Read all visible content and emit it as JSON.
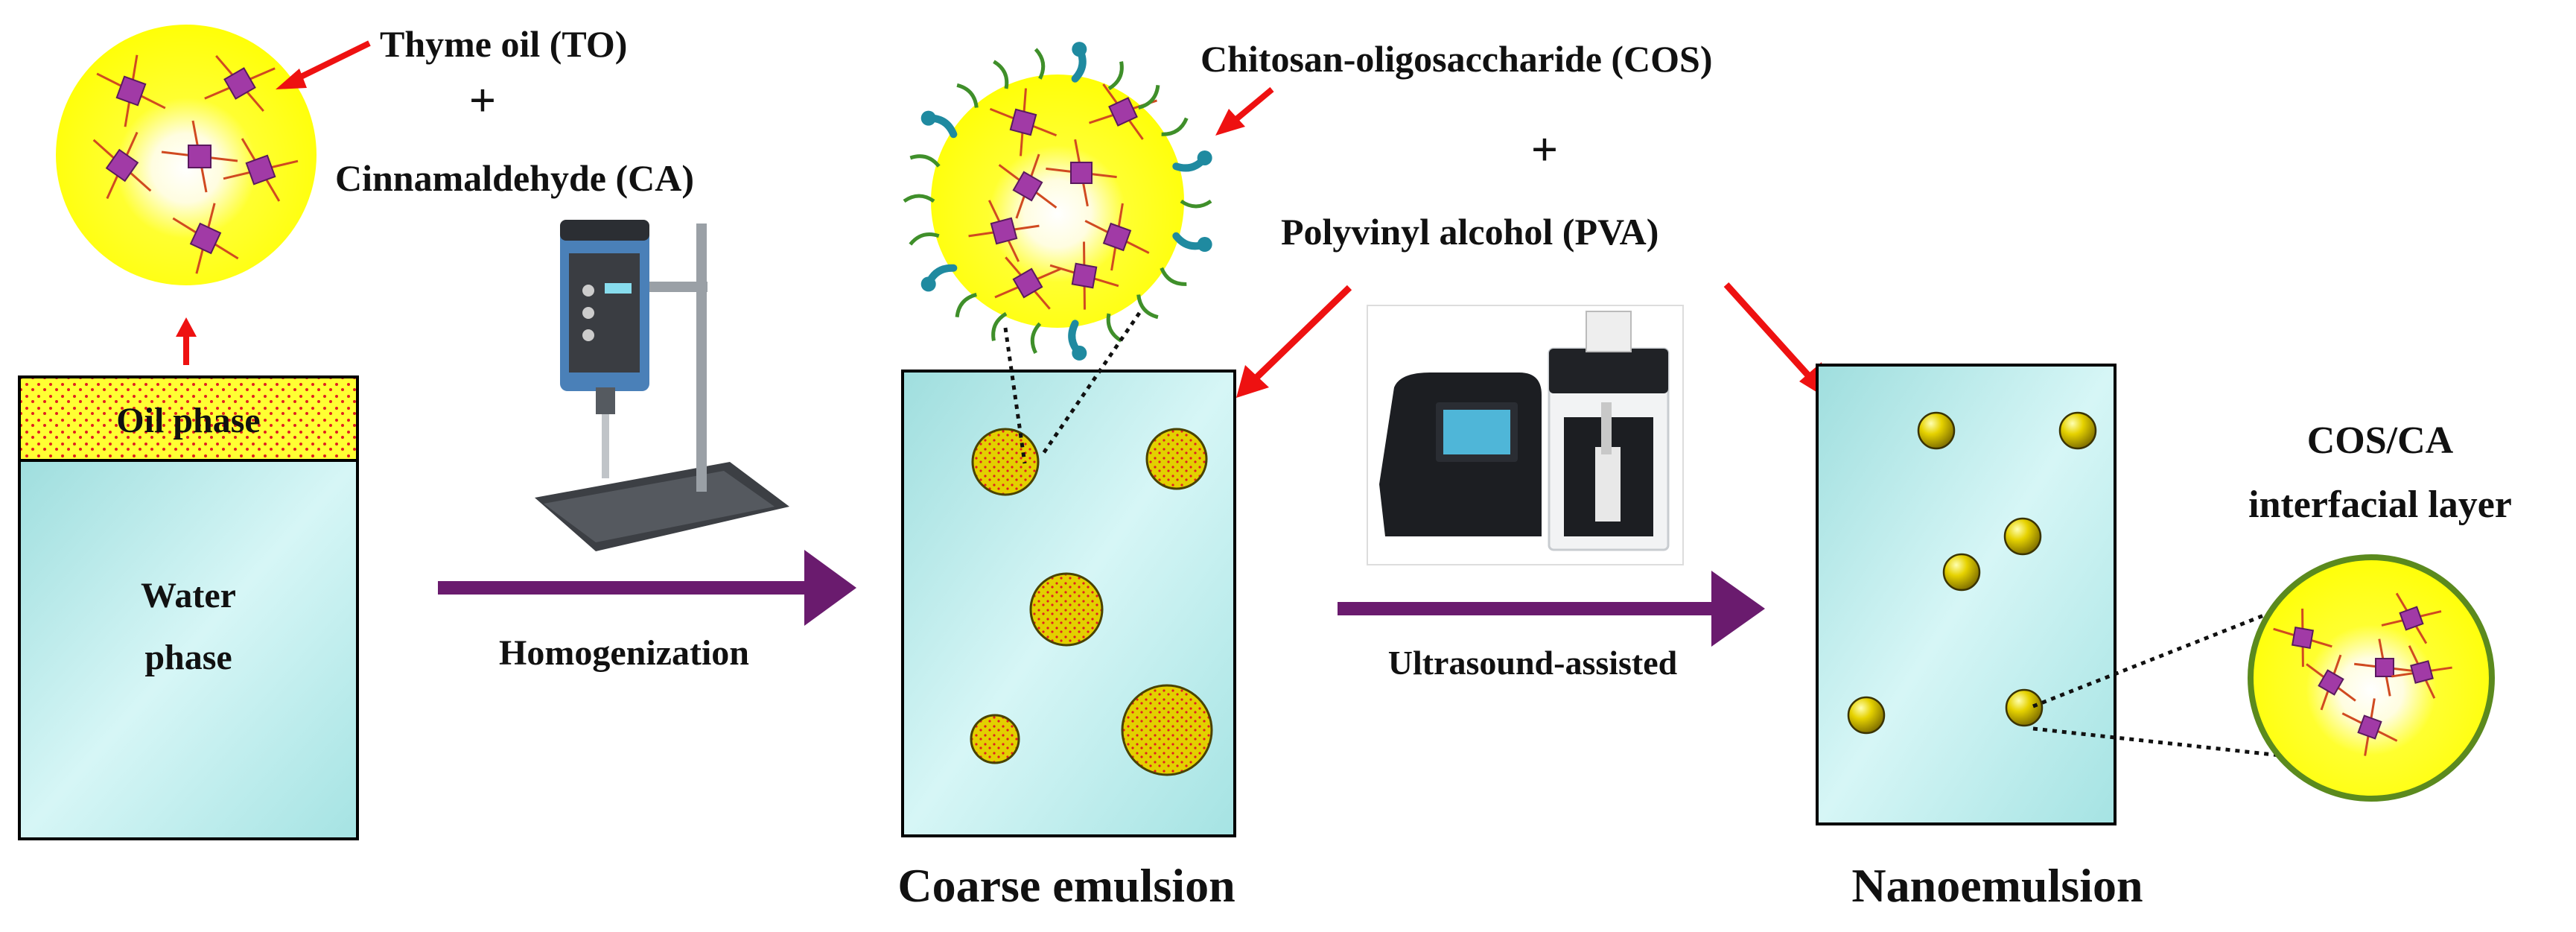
{
  "labels": {
    "thyme_oil": "Thyme oil (TO)",
    "plus_top": "+",
    "cinnamaldehyde": "Cinnamaldehyde (CA)",
    "chitosan": "Chitosan-oligosaccharide (COS)",
    "plus_right": "+",
    "pva": "Polyvinyl  alcohol (PVA)",
    "oil_phase": "Oil phase",
    "water_phase_1": "Water",
    "water_phase_2": "phase",
    "homogenization": "Homogenization",
    "ultrasound": "Ultrasound-assisted",
    "coarse_emulsion": "Coarse emulsion",
    "nanoemulsion": "Nanoemulsion",
    "interfacial_1": "COS/CA",
    "interfacial_2": "interfacial layer"
  },
  "colors": {
    "oil_yellow": "#ffff00",
    "water_cyan": "#b8ecec",
    "arrow_purple": "#6a1b6e",
    "pointer_red": "#ee1111",
    "molecule_purple": "#a13aa6",
    "cos_green": "#3f8f2a",
    "pva_teal": "#1f8aa0",
    "particle_gold": "#c9b400"
  }
}
